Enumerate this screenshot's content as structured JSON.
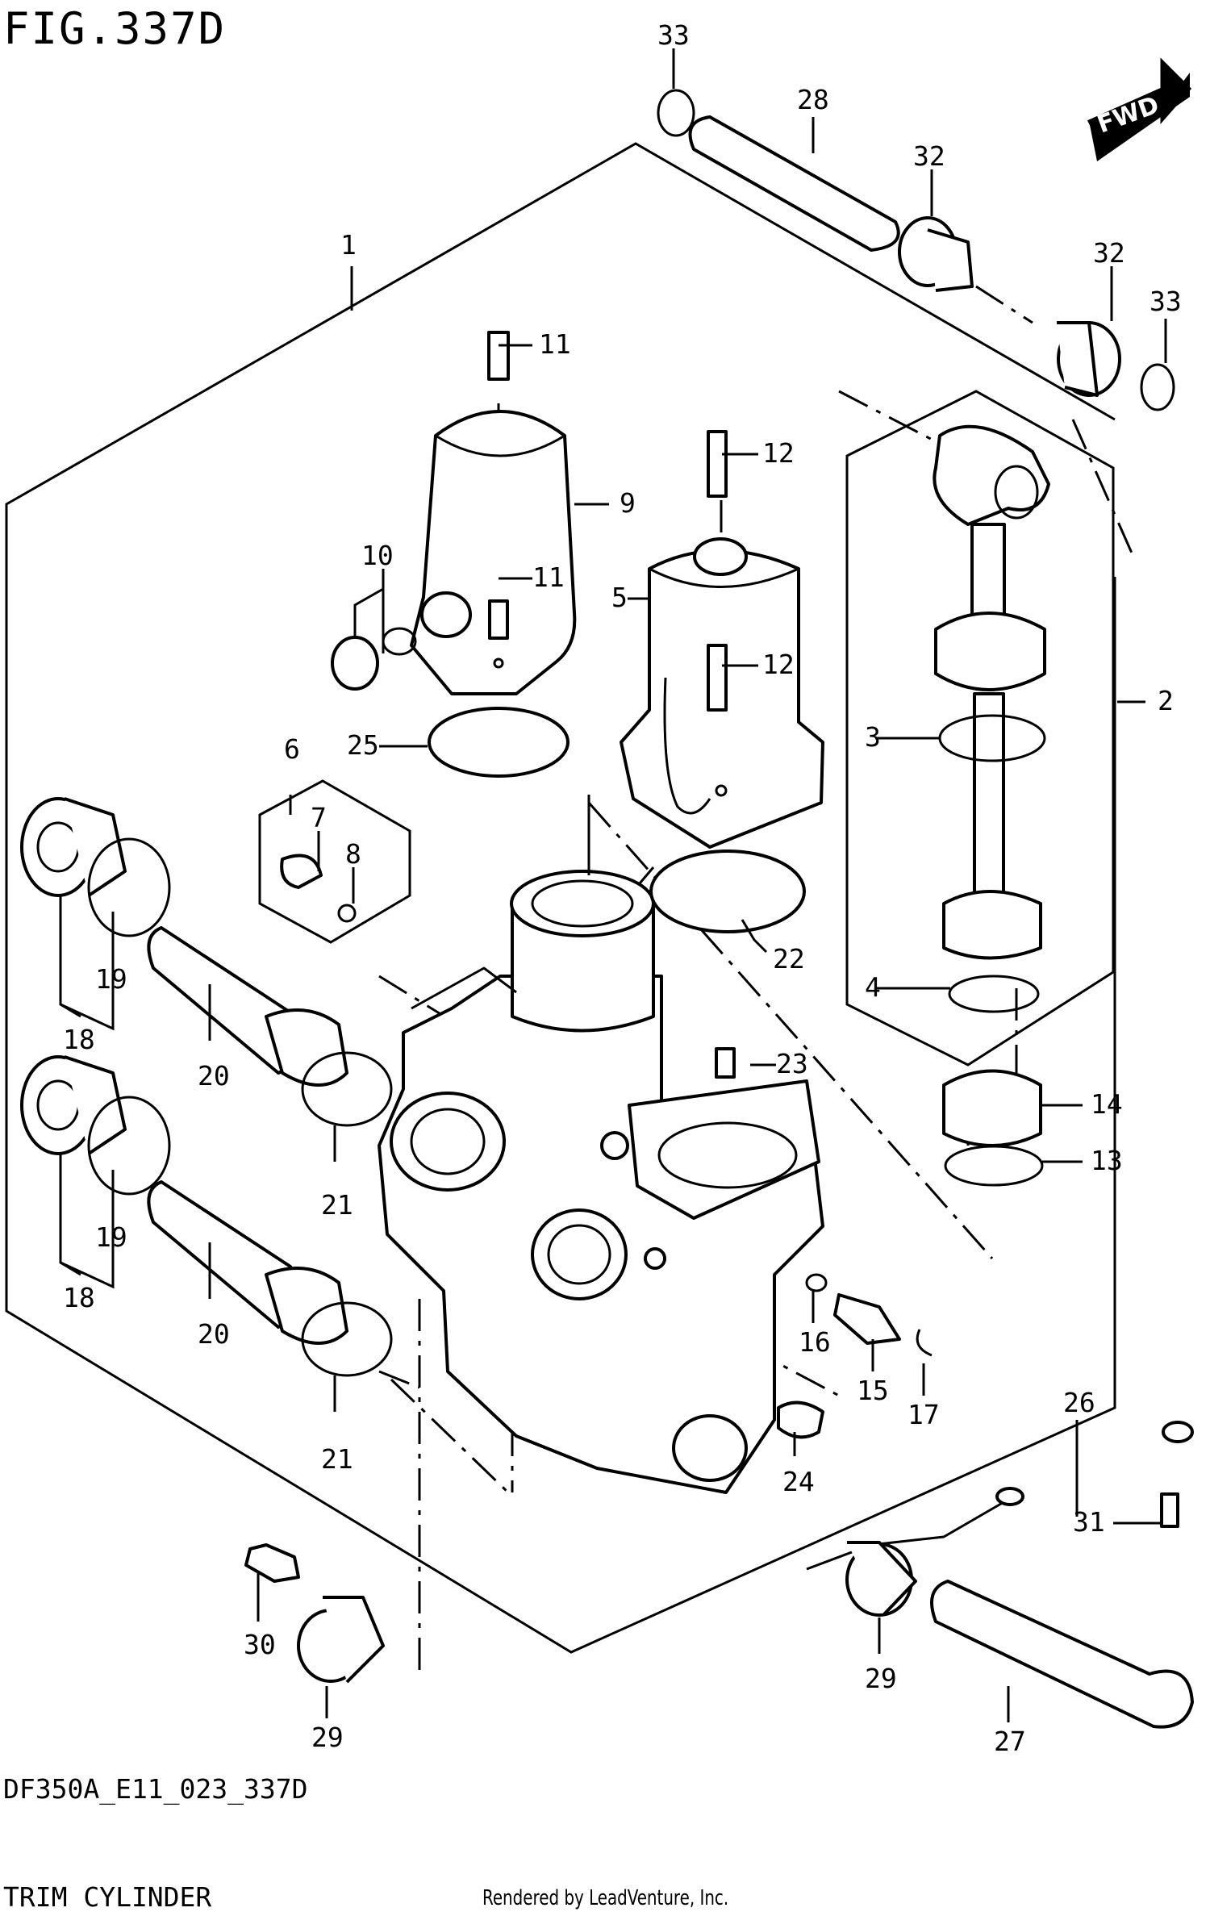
{
  "figure": {
    "title": "FIG.337D",
    "code": "DF350A_E11_023_337D",
    "name": "TRIM CYLINDER",
    "credit": "Rendered by LeadVenture, Inc.",
    "direction_label": "FWD"
  },
  "callouts": [
    "1",
    "2",
    "3",
    "4",
    "5",
    "6",
    "7",
    "8",
    "9",
    "10",
    "11",
    "11",
    "12",
    "12",
    "13",
    "14",
    "15",
    "16",
    "17",
    "18",
    "18",
    "19",
    "19",
    "20",
    "20",
    "21",
    "21",
    "22",
    "23",
    "24",
    "25",
    "26",
    "27",
    "28",
    "29",
    "29",
    "30",
    "31",
    "32",
    "32",
    "33",
    "33"
  ]
}
